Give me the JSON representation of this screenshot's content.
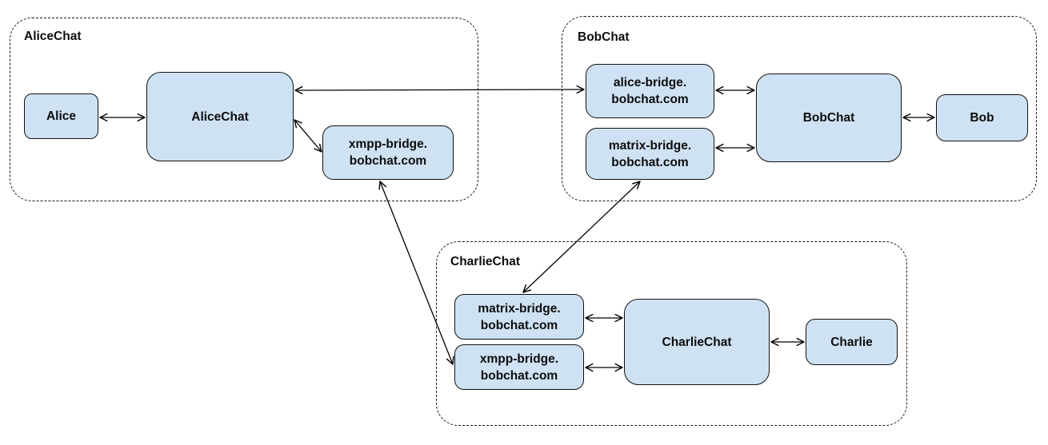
{
  "diagram": {
    "colors": {
      "background": "#ffffff",
      "node_fill": "#cfe2f3",
      "node_border": "#111111",
      "line": "#000000",
      "dashed_container": "#1a1a1a"
    },
    "groups": [
      {
        "id": "alicechat-network",
        "label": "AliceChat"
      },
      {
        "id": "bobchat-network",
        "label": "BobChat"
      },
      {
        "id": "charliechat-network",
        "label": "CharlieChat"
      }
    ],
    "nodes": [
      {
        "id": "alice",
        "group": "AliceChat",
        "lines": [
          "Alice"
        ]
      },
      {
        "id": "alicechat-server",
        "group": "AliceChat",
        "lines": [
          "AliceChat"
        ]
      },
      {
        "id": "xmpp-bridge-alicechat",
        "group": "AliceChat",
        "lines": [
          "xmpp-bridge.",
          "bobchat.com"
        ]
      },
      {
        "id": "alice-bridge-bobchat",
        "group": "BobChat",
        "lines": [
          "alice-bridge.",
          "bobchat.com"
        ]
      },
      {
        "id": "matrix-bridge-bobchat",
        "group": "BobChat",
        "lines": [
          "matrix-bridge.",
          "bobchat.com"
        ]
      },
      {
        "id": "bobchat-server",
        "group": "BobChat",
        "lines": [
          "BobChat"
        ]
      },
      {
        "id": "bob",
        "group": "BobChat",
        "lines": [
          "Bob"
        ]
      },
      {
        "id": "matrix-bridge-charliechat",
        "group": "CharlieChat",
        "lines": [
          "matrix-bridge.",
          "bobchat.com"
        ]
      },
      {
        "id": "xmpp-bridge-charliechat",
        "group": "CharlieChat",
        "lines": [
          "xmpp-bridge.",
          "bobchat.com"
        ]
      },
      {
        "id": "charliechat-server",
        "group": "CharlieChat",
        "lines": [
          "CharlieChat"
        ]
      },
      {
        "id": "charlie",
        "group": "CharlieChat",
        "lines": [
          "Charlie"
        ]
      }
    ],
    "edges": [
      {
        "from": "alice",
        "to": "alicechat-server",
        "arrows": "both"
      },
      {
        "from": "alicechat-server",
        "to": "alice-bridge-bobchat",
        "arrows": "both"
      },
      {
        "from": "alicechat-server",
        "to": "xmpp-bridge-alicechat",
        "arrows": "both"
      },
      {
        "from": "xmpp-bridge-alicechat",
        "to": "xmpp-bridge-charliechat",
        "arrows": "both"
      },
      {
        "from": "alice-bridge-bobchat",
        "to": "bobchat-server",
        "arrows": "both"
      },
      {
        "from": "matrix-bridge-bobchat",
        "to": "bobchat-server",
        "arrows": "both"
      },
      {
        "from": "bobchat-server",
        "to": "bob",
        "arrows": "both"
      },
      {
        "from": "matrix-bridge-bobchat",
        "to": "matrix-bridge-charliechat",
        "arrows": "both"
      },
      {
        "from": "matrix-bridge-charliechat",
        "to": "charliechat-server",
        "arrows": "both"
      },
      {
        "from": "xmpp-bridge-charliechat",
        "to": "charliechat-server",
        "arrows": "both"
      },
      {
        "from": "charliechat-server",
        "to": "charlie",
        "arrows": "both"
      }
    ]
  }
}
